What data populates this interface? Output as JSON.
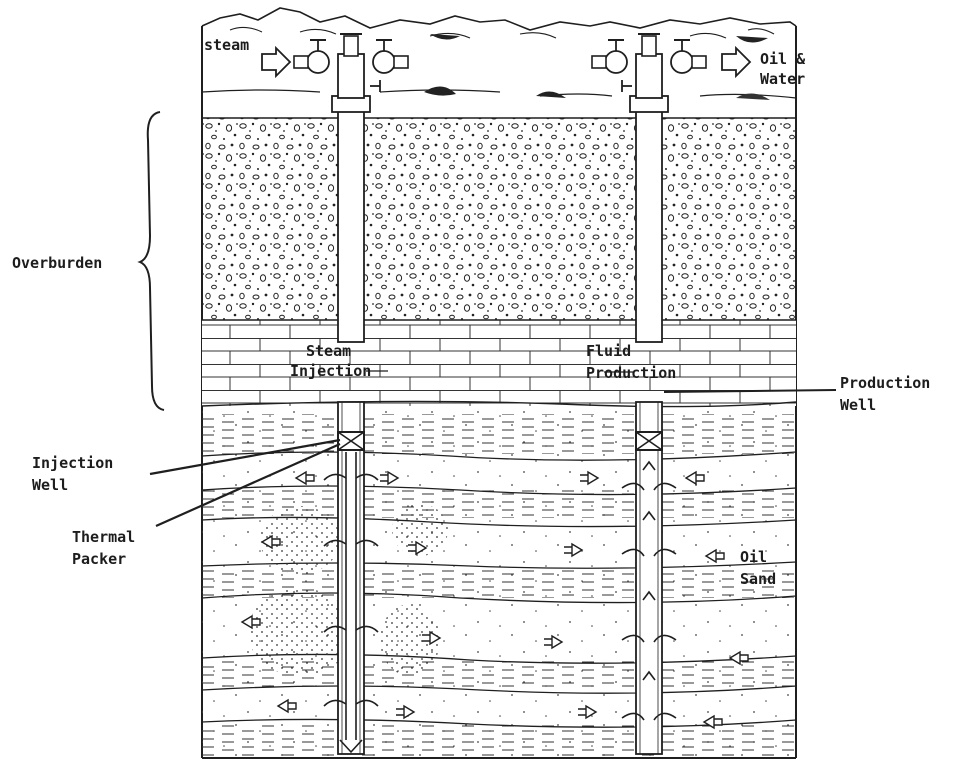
{
  "labels": {
    "steam": "steam",
    "oil_water_1": "Oil &",
    "oil_water_2": "Water",
    "overburden": "Overburden",
    "steam_injection_1": "Steam",
    "steam_injection_2": "Injection",
    "fluid_production_1": "Fluid",
    "fluid_production_2": "Production",
    "production_well_1": "Production",
    "production_well_2": "Well",
    "injection_well_1": "Injection",
    "injection_well_2": "Well",
    "thermal_packer_1": "Thermal",
    "thermal_packer_2": "Packer",
    "oil_sand_1": "Oil",
    "oil_sand_2": "Sand"
  },
  "colors": {
    "ink": "#1f1f1f",
    "paper": "#ffffff"
  }
}
